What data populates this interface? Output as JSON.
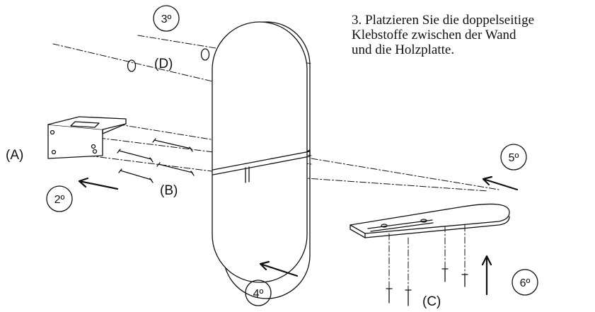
{
  "instruction": {
    "lines": [
      "3. Platzieren Sie die doppelseitige",
      "Klebstoffe zwischen der Wand",
      "und die Holzplatte."
    ]
  },
  "labels": {
    "a": "(A)",
    "b": "(B)",
    "c": "(C)",
    "d": "(D)"
  },
  "steps": {
    "s2": "2º",
    "s3": "3º",
    "s4": "4º",
    "s5": "5º",
    "s6": "6º"
  },
  "colors": {
    "stroke": "#111111",
    "background": "#ffffff"
  }
}
